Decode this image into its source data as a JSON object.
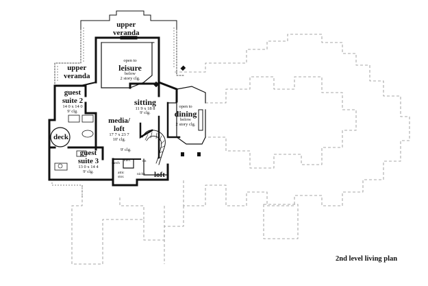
{
  "plan_title": "2nd level living plan",
  "rooms": {
    "upper_veranda_top": {
      "name_line1": "upper",
      "name_line2": "veranda"
    },
    "upper_veranda_left": {
      "name_line1": "upper",
      "name_line2": "veranda"
    },
    "leisure": {
      "note_top": "open to",
      "name": "leisure",
      "note1": "below",
      "note2": "2 story clg."
    },
    "guest_suite_2": {
      "name_line1": "guest",
      "name_line2": "suite 2",
      "dims": "14 0 x 14 0",
      "ceiling": "9' clg."
    },
    "media_loft": {
      "name_line1": "media/",
      "name_line2": "loft",
      "dims": "17 7 x 23 7",
      "ceiling": "10' clg."
    },
    "sitting": {
      "name": "sitting",
      "dims": "11 9 x 18 8",
      "ceiling": "9' clg."
    },
    "dining": {
      "note_top": "open to",
      "name": "dining",
      "note1": "below",
      "note2": "2 story clg."
    },
    "deck": {
      "name": "deck"
    },
    "guest_suite_3": {
      "name_line1": "guest",
      "name_line2": "suite 3",
      "dims": "13 0 x 14 4",
      "ceiling": "9' clg."
    },
    "hall": {
      "ceiling": "9' clg."
    },
    "mech": {
      "name": "mech"
    },
    "elev": {
      "name": "elev."
    },
    "dn": {
      "name": "dn"
    },
    "attic": {
      "line1": "attic",
      "line2": "stor."
    },
    "niche": {
      "name": "niche"
    },
    "loft": {
      "name": "loft"
    }
  }
}
